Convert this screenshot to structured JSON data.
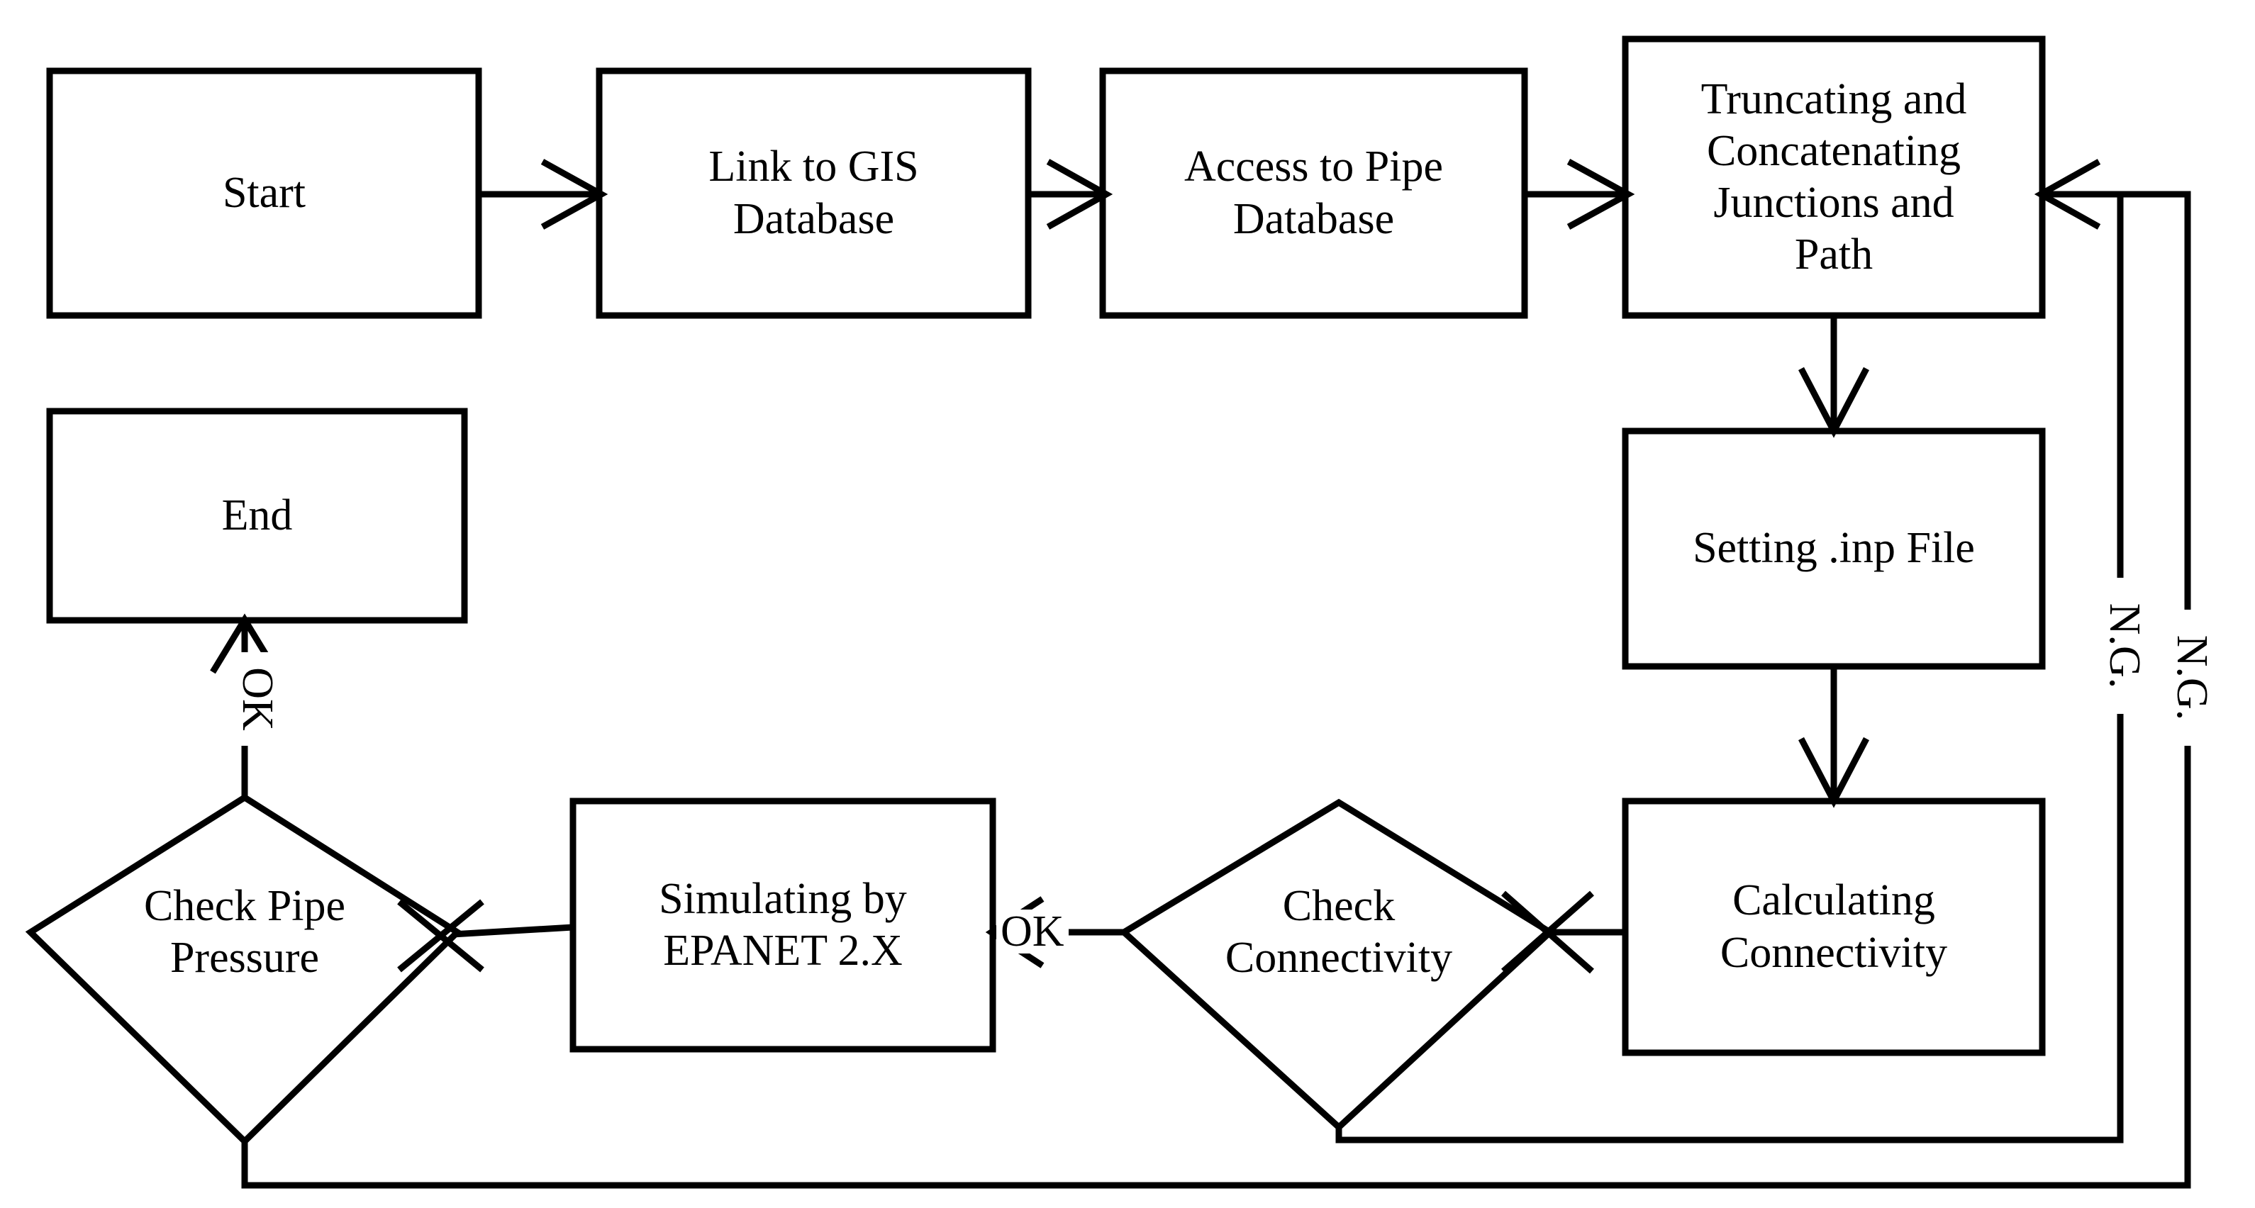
{
  "diagram": {
    "title": "Water Distribution Network Simulation Workflow Flowchart",
    "background_color": "#ffffff",
    "stroke_color": "#000000",
    "text_color": "#000000",
    "nodes": [
      {
        "id": "start",
        "shape": "rectangle",
        "label": "Start"
      },
      {
        "id": "link_gis",
        "shape": "rectangle",
        "label": "Link to GIS\nDatabase"
      },
      {
        "id": "access_pipe",
        "shape": "rectangle",
        "label": "Access to Pipe\nDatabase"
      },
      {
        "id": "truncating",
        "shape": "rectangle",
        "label": "Truncating and\nConcatenating\nJunctions and\nPath"
      },
      {
        "id": "setting_inp",
        "shape": "rectangle",
        "label": "Setting .inp File"
      },
      {
        "id": "calc_conn",
        "shape": "rectangle",
        "label": "Calculating\nConnectivity"
      },
      {
        "id": "check_conn",
        "shape": "diamond",
        "label": "Check\nConnectivity"
      },
      {
        "id": "simulating",
        "shape": "rectangle",
        "label": "Simulating by\nEPANET 2.X"
      },
      {
        "id": "check_press",
        "shape": "diamond",
        "label": "Check Pipe\nPressure"
      },
      {
        "id": "end",
        "shape": "rectangle",
        "label": "End"
      }
    ],
    "edge_labels": {
      "check_conn_ok": "OK",
      "check_press_ok": "OK",
      "check_conn_ng": "N.G.",
      "check_press_ng": "N.G."
    },
    "edges": [
      {
        "from": "start",
        "to": "link_gis",
        "label": ""
      },
      {
        "from": "link_gis",
        "to": "access_pipe",
        "label": ""
      },
      {
        "from": "access_pipe",
        "to": "truncating",
        "label": ""
      },
      {
        "from": "truncating",
        "to": "setting_inp",
        "label": ""
      },
      {
        "from": "setting_inp",
        "to": "calc_conn",
        "label": ""
      },
      {
        "from": "calc_conn",
        "to": "check_conn",
        "label": ""
      },
      {
        "from": "check_conn",
        "to": "simulating",
        "label": "OK"
      },
      {
        "from": "check_conn",
        "to": "truncating",
        "label": "N.G."
      },
      {
        "from": "simulating",
        "to": "check_press",
        "label": ""
      },
      {
        "from": "check_press",
        "to": "end",
        "label": "OK"
      },
      {
        "from": "check_press",
        "to": "truncating",
        "label": "N.G."
      }
    ]
  }
}
